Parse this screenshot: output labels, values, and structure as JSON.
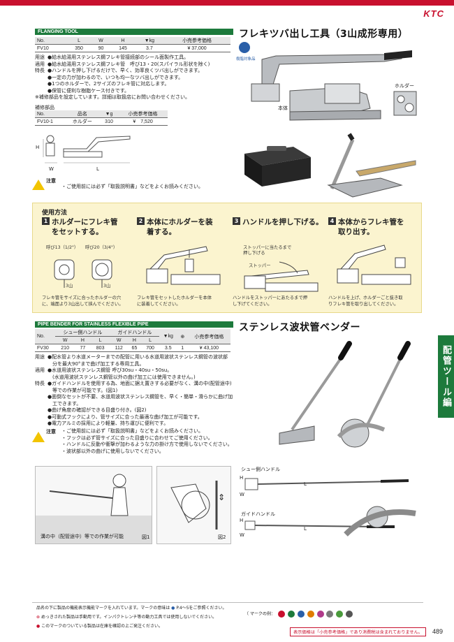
{
  "brand": "KTC",
  "section1": {
    "bar": "FLANGING TOOL",
    "title": "フレキツバ出し工具（3山成形専用）",
    "icon_caption": "樹脂対象品",
    "label_body": "本体",
    "label_holder": "ホルダー",
    "table": {
      "headers": [
        "No.",
        "L",
        "W",
        "H",
        "▼kg",
        "小売参考価格"
      ],
      "row": [
        "FV10",
        "350",
        "90",
        "145",
        "3.7",
        "¥ 37,000"
      ]
    },
    "desc": [
      {
        "k": "用途",
        "v": "●給水給湯用ステンレス鋼フレキ管接続部のシール面製作工具。"
      },
      {
        "k": "適用",
        "v": "●給水給湯用ステンレス鋼フレキ管　呼び13・20(スパイラル形状を除く)"
      },
      {
        "k": "特長",
        "v": "●ハンドルを押し下げるだけで、早く、効率良くツバ出しができます。"
      },
      {
        "k": "",
        "v": "●一定の力が加わるので、いつも均一なツバ出しができます。"
      },
      {
        "k": "",
        "v": "●1つのホルダーで、2サイズのフレキ管に対応します。"
      },
      {
        "k": "",
        "v": "●保管に便利な樹脂ケース付きです。"
      },
      {
        "k": "",
        "v": "※補修部品を設定しています。詳細は取扱店にお問い合わせください。"
      }
    ],
    "parts": {
      "heading": "補修部品",
      "headers": [
        "No.",
        "品名",
        "▼g",
        "小売参考価格"
      ],
      "row": [
        "FV10-1",
        "ホルダー",
        "310",
        "¥　7,520"
      ]
    },
    "dim_h": "H",
    "dim_w": "W",
    "dim_l": "L",
    "caution_label": "注意",
    "caution_text": "・ご使用前には必ず「取扱説明書」などをよくお読みください。"
  },
  "usage": {
    "heading": "使用方法",
    "steps": [
      {
        "num": "1",
        "title1": "ホルダーにフレキ管",
        "title2": "をセットする。",
        "cap1": "フレキ管をサイズに合ったホルダーの穴",
        "cap2": "に、端面より3山出して挟んでください。"
      },
      {
        "num": "2",
        "title1": "本体にホルダーを装",
        "title2": "着する。",
        "cap1": "フレキ管をセットしたホルダーを本体",
        "cap2": "に装着してください。"
      },
      {
        "num": "3",
        "title1": "ハンドルを押し下げる。",
        "title2": "",
        "cap1": "ハンドルをストッパーにあたるまで押",
        "cap2": "し下げてください。"
      },
      {
        "num": "4",
        "title1": "本体からフレキ管を",
        "title2": "取り出す。",
        "cap1": "ハンドルを上げ、ホルダーごと抜き取",
        "cap2": "りフレキ管を取り出してください。"
      }
    ],
    "label_13": "呼び13（1/2\"）",
    "label_20": "呼び20（3/4\"）",
    "label_3yama": "3山",
    "label_stopper_note1": "ストッパーに当たるまで",
    "label_stopper_note2": "押し下げる",
    "label_stopper": "ストッパー"
  },
  "section2": {
    "bar": "PIPE BENDER FOR STAINLESS FLEXIBLE PIPE",
    "title": "ステンレス波状管ベンダー",
    "table": {
      "group1": "シュー側ハンドル",
      "group2": "ガイドハンドル",
      "headers": [
        "No.",
        "W",
        "H",
        "L",
        "W",
        "H",
        "L",
        "▼kg",
        "⊕",
        "小売参考価格"
      ],
      "row": [
        "FV30",
        "210",
        "77",
        "803",
        "112",
        "65",
        "700",
        "3.5",
        "1",
        "¥ 43,100"
      ]
    },
    "desc": [
      {
        "k": "用途",
        "v": "●配水管より水道メーターまでの配管に用いる水道用波状ステンレス鋼管の波状部"
      },
      {
        "k": "",
        "v": "　分を最大90°まで曲げ加工する専用工具。"
      },
      {
        "k": "適用",
        "v": "●水道用波状ステンレス鋼管 呼び30su・40su・50su。"
      },
      {
        "k": "",
        "v": "　(水道用波状ステンレス鋼管以外の曲げ加工には使用できません。)"
      },
      {
        "k": "特長",
        "v": "●ガイドハンドルを使用する為、地面に据え置きする必要がなく、溝の中(配管途中)"
      },
      {
        "k": "",
        "v": "　等での作業が可能です。(図1)"
      },
      {
        "k": "",
        "v": "●面倒なセットが不要、水道用波状ステンレス鋼管を、早く・簡単・滑らかに曲げ加"
      },
      {
        "k": "",
        "v": "　工できます。"
      },
      {
        "k": "",
        "v": "●曲げ角度の確認ができる目盛り付き。(図2)"
      },
      {
        "k": "",
        "v": "●可動式フックにより、管サイズに合った最適な曲げ加工が可能です。"
      },
      {
        "k": "",
        "v": "●電力アルミの採用により軽量、持ち運びに便利です。"
      }
    ],
    "caution_label": "注意",
    "caution": [
      "・ご使用前には必ず「取扱説明書」などをよくお読みください。",
      "・フックは必ず管サイズに合った目盛りに合わせてご使用ください。",
      "・ハンドルに反動や衝撃が加わるような力の掛け方で使用しないでください。",
      "・波状部以外の曲げに使用しないでください。"
    ],
    "fig1_caption": "溝の中（配管途中）等での作業が可能",
    "fig1_label": "図1",
    "fig2_label": "図2",
    "shoe_handle": "シュー側ハンドル",
    "guide_handle": "ガイドハンドル",
    "dim_h": "H",
    "dim_w": "W",
    "dim_l": "L"
  },
  "side_tab": "配管ツール編",
  "footer": {
    "line1": "品名の下に製品の機能表示機能マークを入れています。マークの意味は",
    "line1b": "P.4～5をご参照ください。",
    "line2": "めっきされた製品は手動用です。インパクトレンチ等の動力工具では使用しないでください。",
    "line3": "このマークのついている製品は在庫を確認の上ご発注ください。",
    "marks_label": "（ マークの例：",
    "notice": "表示価格は「小売参考価格」であり消費税は含まれておりません。",
    "page": "489"
  },
  "colors": {
    "accent_red": "#c8102e",
    "bar_green": "#1d7a3c",
    "usage_bg": "#fbf4cf"
  }
}
